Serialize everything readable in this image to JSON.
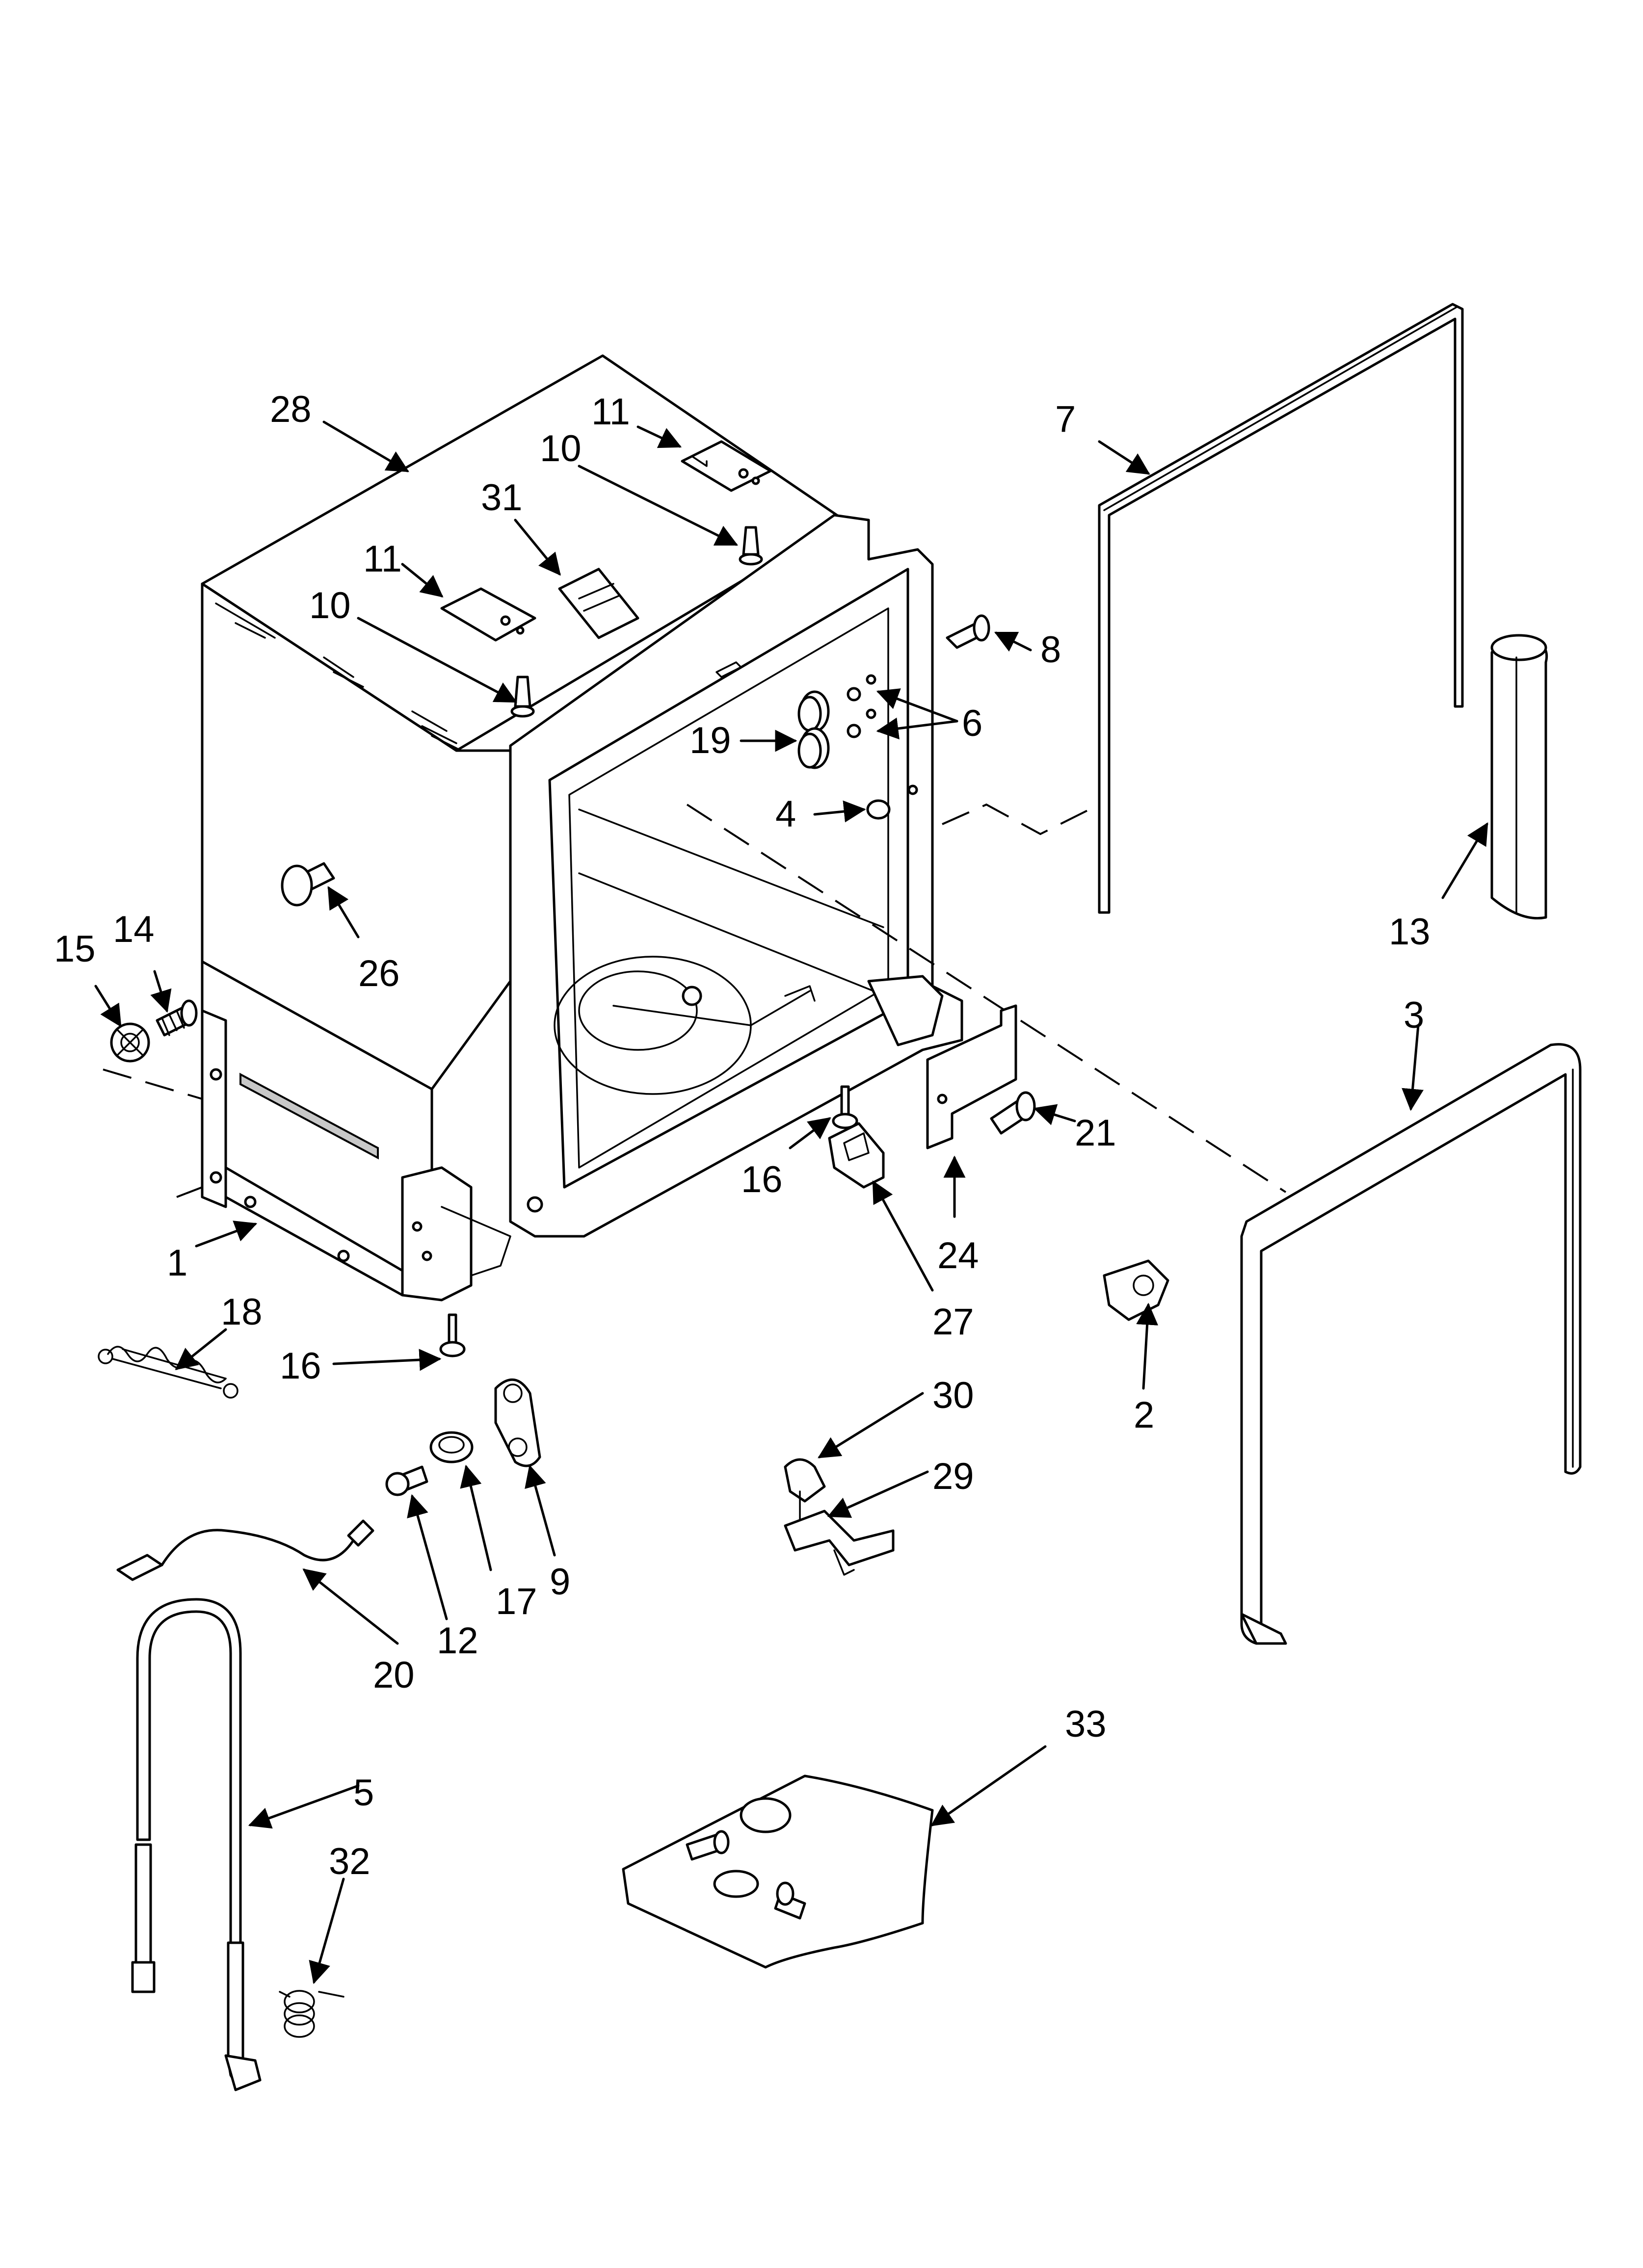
{
  "labels": [
    "1",
    "2",
    "3",
    "4",
    "5",
    "6",
    "7",
    "8",
    "9",
    "10",
    "11",
    "12",
    "13",
    "14",
    "15",
    "16",
    "17",
    "18",
    "19",
    "20",
    "21",
    "24",
    "26",
    "27",
    "28",
    "29",
    "30",
    "31",
    "32",
    "33"
  ]
}
